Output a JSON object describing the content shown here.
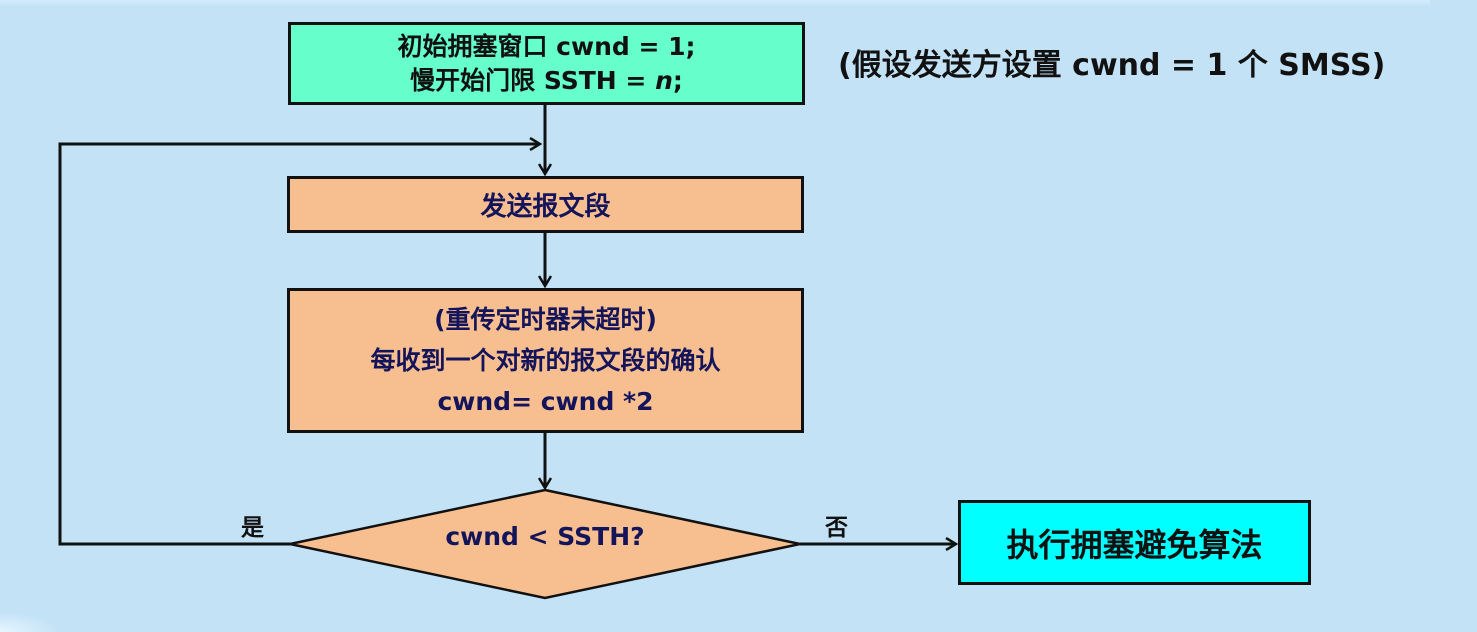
{
  "diagram": {
    "title_note": "(假设发送方设置 cwnd = 1 个 SMSS)",
    "nodes": {
      "init": {
        "line1": "初始拥塞窗口 cwnd = 1;",
        "line2_prefix": "慢开始门限 SSTH  = ",
        "line2_var": "n",
        "line2_suffix": ";"
      },
      "send": {
        "label": "发送报文段"
      },
      "ack": {
        "line1": "(重传定时器未超时)",
        "line2": "每收到一个对新的报文段的确认",
        "line3": "cwnd= cwnd *2"
      },
      "decision": {
        "label": "cwnd < SSTH?"
      },
      "avoid": {
        "label": "执行拥塞避免算法"
      }
    },
    "edges": {
      "yes_label": "是",
      "no_label": "否"
    },
    "colors": {
      "background": "#c4e2f6",
      "init_fill": "#66ffcc",
      "process_fill": "#f7bf90",
      "avoid_fill": "#00ffff",
      "process_text": "#14145a",
      "line": "#111111"
    }
  }
}
